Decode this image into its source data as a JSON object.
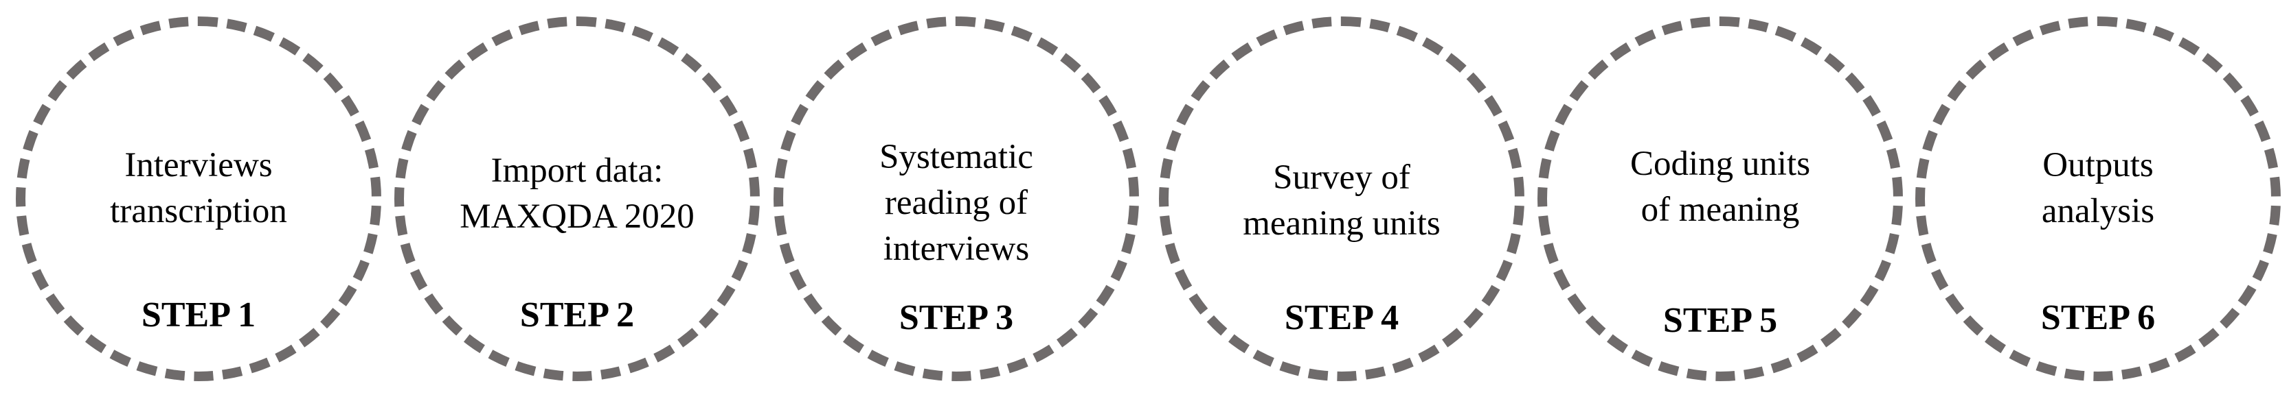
{
  "steps": [
    {
      "label": "Interviews\ntranscription",
      "step": "STEP 1"
    },
    {
      "label": "Import data:\nMAXQDA 2020",
      "step": "STEP 2"
    },
    {
      "label": "Systematic\nreading of\ninterviews",
      "step": "STEP 3"
    },
    {
      "label": "Survey of\nmeaning units",
      "step": "STEP 4"
    },
    {
      "label": "Coding units\nof meaning",
      "step": "STEP 5"
    },
    {
      "label": "Outputs\nanalysis",
      "step": "STEP 6"
    }
  ],
  "colors": {
    "circle_border": "#6f6b6b",
    "text": "#000000",
    "background": "#ffffff"
  }
}
